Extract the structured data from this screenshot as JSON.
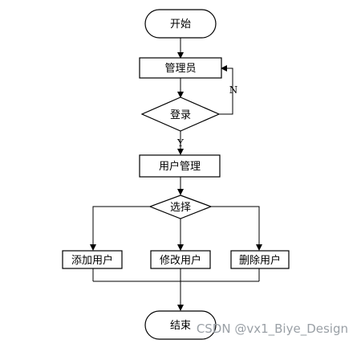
{
  "nodes": {
    "start": "开始",
    "admin": "管理员",
    "login": "登录",
    "user_management": "用户管理",
    "choose": "选择",
    "add_user": "添加用户",
    "edit_user": "修改用户",
    "delete_user": "删除用户",
    "end": "结束"
  },
  "edges": {
    "no_label": "N",
    "yes_label": "Y"
  },
  "watermark": "CSDN @vx1_Biye_Design"
}
